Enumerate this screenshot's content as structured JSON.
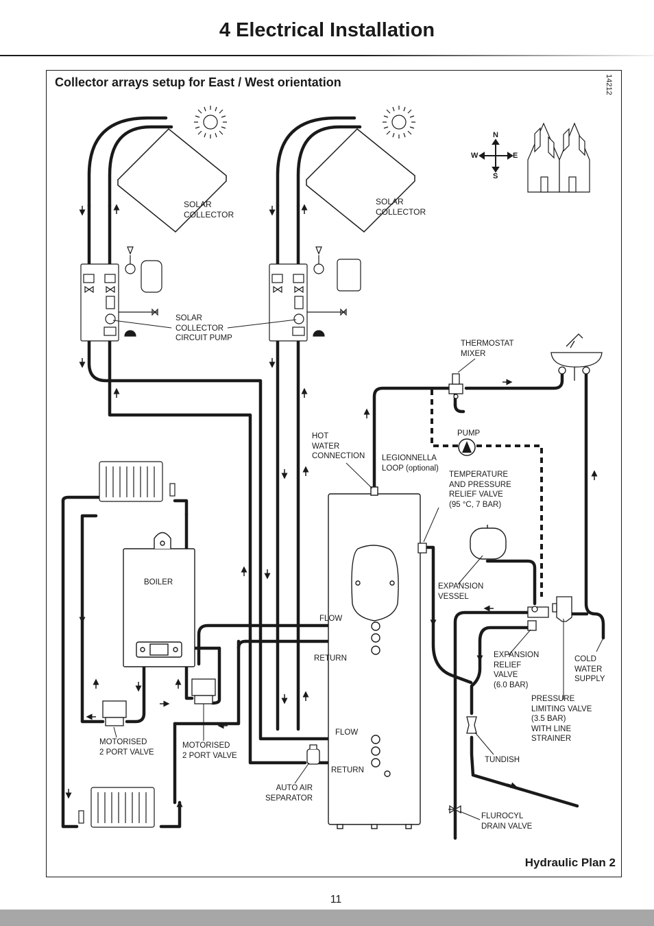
{
  "page": {
    "title": "4  Electrical Installation",
    "page_number": "11"
  },
  "figure": {
    "title": "Collector arrays setup for East / West orientation",
    "drawing_number": "14212",
    "plan_label": "Hydraulic Plan 2"
  },
  "compass": {
    "north": "N",
    "south": "S",
    "east": "E",
    "west": "W"
  },
  "labels": {
    "solar_collector_1": "SOLAR\nCOLLECTOR",
    "solar_collector_2": "SOLAR\nCOLLECTOR",
    "solar_pump": "SOLAR\nCOLLECTOR\nCIRCUIT PUMP",
    "thermostat_mixer": "THERMOSTAT\nMIXER",
    "pump": "PUMP",
    "hot_water_connection": "HOT\nWATER\nCONNECTION",
    "legionnella_loop": "LEGIONNELLA\nLOOP (optional)",
    "tp_relief_valve": "TEMPERATURE\nAND PRESSURE\nRELIEF VALVE\n(95 °C, 7 BAR)",
    "expansion_vessel": "EXPANSION\nVESSEL",
    "boiler": "BOILER",
    "flow_upper": "FLOW",
    "return_upper": "RETURN",
    "flow_lower": "FLOW",
    "return_lower": "RETURN",
    "expansion_relief_valve": "EXPANSION\nRELIEF\nVALVE\n(6.0 BAR)",
    "cold_water_supply": "COLD\nWATER\nSUPPLY",
    "pressure_limiting_valve": "PRESSURE\nLIMITING VALVE\n(3.5 BAR)\nWITH LINE\nSTRAINER",
    "motorised_valve_1": "MOTORISED\n2 PORT VALVE",
    "motorised_valve_2": "MOTORISED\n2 PORT VALVE",
    "tundish": "TUNDISH",
    "auto_air_separator": "AUTO AIR\nSEPARATOR",
    "drain_valve": "FLUROCYL\nDRAIN VALVE"
  },
  "colors": {
    "pipe": "#1a1a1a",
    "footer": "#a7a7a7",
    "line": "#1a1a1a"
  }
}
